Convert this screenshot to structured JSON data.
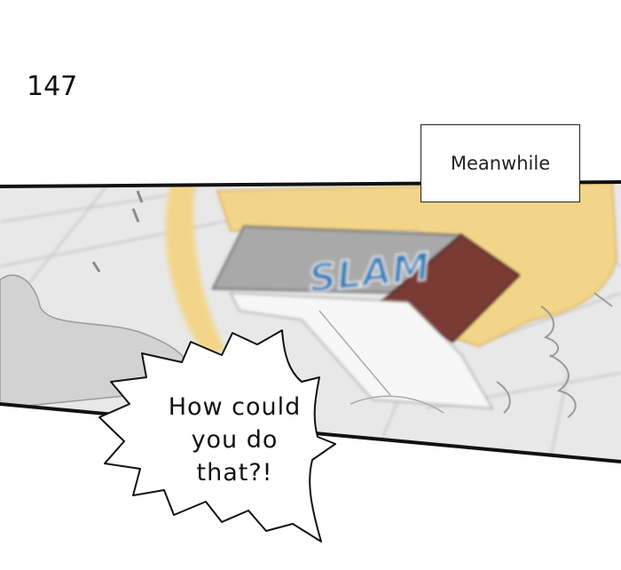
{
  "page_number": "147",
  "caption": "Meanwhile",
  "sfx": "SLAM",
  "speech": {
    "line1": "How could",
    "line2": "you do",
    "line3": "that?!"
  },
  "colors": {
    "panel_floor": "#e6e6e6",
    "book_tan": "#f3d58a",
    "book_gray": "#a9a9a9",
    "book_red": "#7a3a35",
    "sfx_blue": "#2f7fb8"
  }
}
